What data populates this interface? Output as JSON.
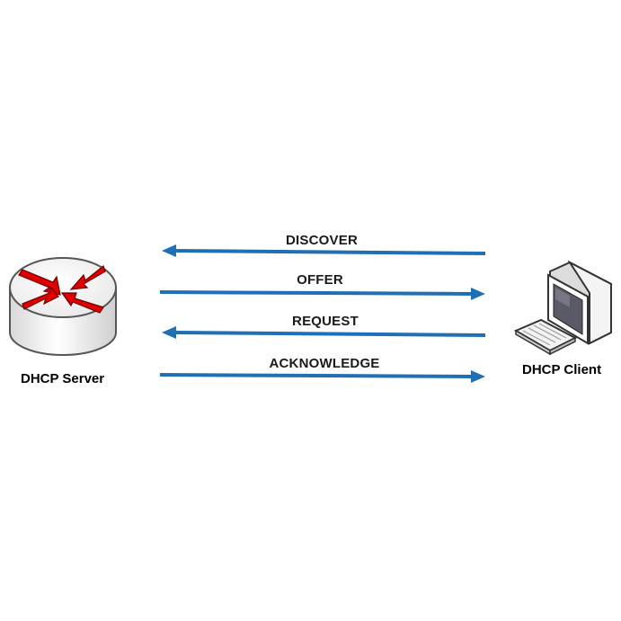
{
  "server": {
    "label": "DHCP Server",
    "icon": "router-icon"
  },
  "client": {
    "label": "DHCP Client",
    "icon": "computer-icon"
  },
  "messages": [
    {
      "label": "DISCOVER",
      "direction": "to-server"
    },
    {
      "label": "OFFER",
      "direction": "to-client"
    },
    {
      "label": "REQUEST",
      "direction": "to-server"
    },
    {
      "label": "ACKNOWLEDGE",
      "direction": "to-client"
    }
  ],
  "colors": {
    "arrow": "#1f6fb5",
    "router_arrows": "#e00000"
  }
}
